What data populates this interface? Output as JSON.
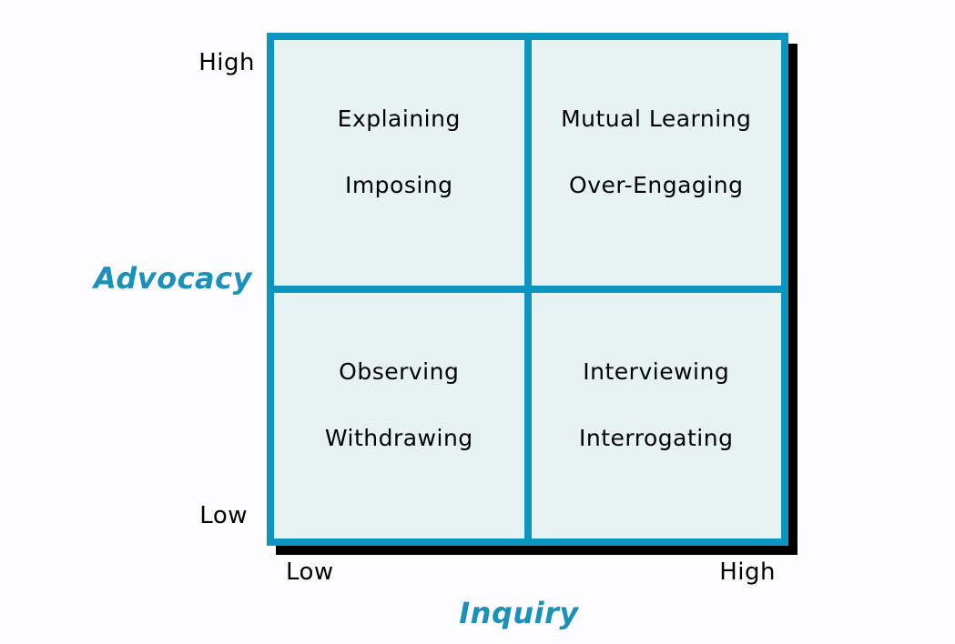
{
  "matrix": {
    "y_axis": {
      "label": "Advocacy",
      "high_tick": "High",
      "low_tick": "Low"
    },
    "x_axis": {
      "label": "Inquiry",
      "low_tick": "Low",
      "high_tick": "High"
    },
    "quadrants": [
      {
        "position": "top-left",
        "lines": [
          "Explaining",
          "Imposing"
        ]
      },
      {
        "position": "top-right",
        "lines": [
          "Mutual Learning",
          "Over-Engaging"
        ]
      },
      {
        "position": "bottom-left",
        "lines": [
          "Observing",
          "Withdrawing"
        ]
      },
      {
        "position": "bottom-right",
        "lines": [
          "Interviewing",
          "Interrogating"
        ]
      }
    ],
    "colors": {
      "border": "#0c95c0",
      "quadrant_fill": "#e7f3f2",
      "axis_label": "#1b90b8",
      "shadow": "#000000",
      "text": "#000000",
      "background": "#fdfdff"
    }
  }
}
